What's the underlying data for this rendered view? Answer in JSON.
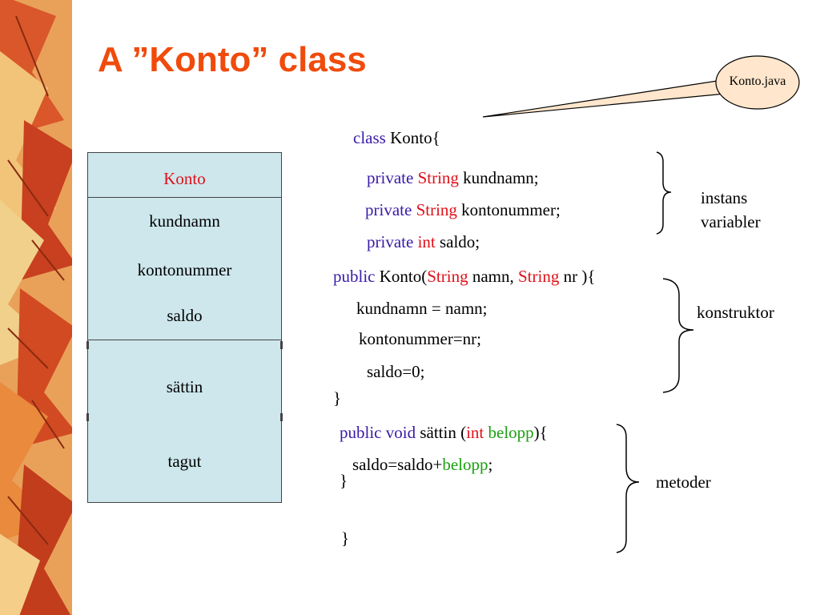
{
  "slide": {
    "title": "A ”Konto” class",
    "callout": "Konto.java"
  },
  "uml": {
    "class_name": "Konto",
    "attributes": [
      "kundnamn",
      "kontonummer",
      "saldo"
    ],
    "methods": [
      "sättin",
      "tagut"
    ]
  },
  "code": {
    "l1_kw": "class",
    "l1_rest": " Konto{",
    "l2_kw": "private",
    "l2_type": "String",
    "l2_rest": " kundnamn;",
    "l3_kw": "private",
    "l3_type": "String",
    "l3_rest": " kontonummer;",
    "l4_kw": "private",
    "l4_type": "int",
    "l4_rest": " saldo;",
    "l5_kw": "public",
    "l5_a": " Konto(",
    "l5_t1": "String",
    "l5_b": " namn, ",
    "l5_t2": "String",
    "l5_c": " nr ){",
    "l6": "kundnamn = namn;",
    "l7": "kontonummer=nr;",
    "l8": "saldo=0;",
    "l9": "}",
    "l10_kw1": "public",
    "l10_kw2": "void",
    "l10_a": " sättin (",
    "l10_t": "int",
    "l10_sp": " ",
    "l10_p": "belopp",
    "l10_b": "){",
    "l11_a": "saldo=saldo+",
    "l11_p": "belopp",
    "l11_b": ";",
    "l12": "}",
    "l13": "}"
  },
  "annotations": {
    "instance_1": "instans",
    "instance_2": "variabler",
    "constructor": "konstruktor",
    "methods": "metoder"
  },
  "colors": {
    "title": "#f04b0c",
    "keyword": "#3a1aa8",
    "type": "#e0101a",
    "param": "#1aa00f",
    "uml_fill": "#cde7ec",
    "callout_fill": "#ffe6cc"
  }
}
